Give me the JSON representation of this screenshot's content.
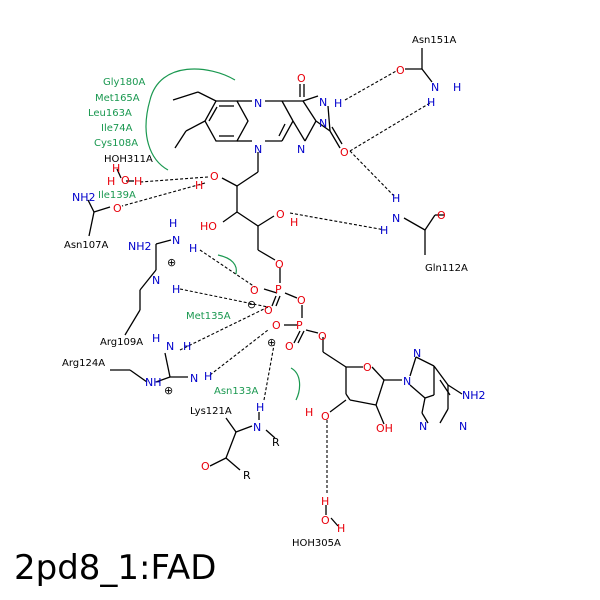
{
  "title": "2pd8_1:FAD",
  "colors": {
    "oxygen": "#e8000b",
    "nitrogen": "#0000cc",
    "carbon": "#000000",
    "residue": "#1a9850"
  },
  "residue_labels": {
    "asn151a": "Asn151A",
    "asn107a": "Asn107A",
    "gln112a": "Gln112A",
    "arg109a": "Arg109A",
    "arg124a": "Arg124A",
    "lys121a": "Lys121A",
    "hoh311a": "HOH311A",
    "hoh305a": "HOH305A"
  },
  "contact_residues": {
    "gly180a": "Gly180A",
    "met165a": "Met165A",
    "leu163a": "Leu163A",
    "ile74a": "Ile74A",
    "cys108a": "Cys108A",
    "ile139a": "Ile139A",
    "met135a": "Met135A",
    "asn133a": "Asn133A"
  },
  "atoms": {
    "O": "O",
    "N": "N",
    "H": "H",
    "P": "P",
    "HO": "HO",
    "OH": "OH",
    "NH2": "NH2",
    "NH2_sub": "NH",
    "NH2_sub2": "2",
    "R": "R",
    "charge_plus": "⊕",
    "charge_minus": "⊖"
  }
}
